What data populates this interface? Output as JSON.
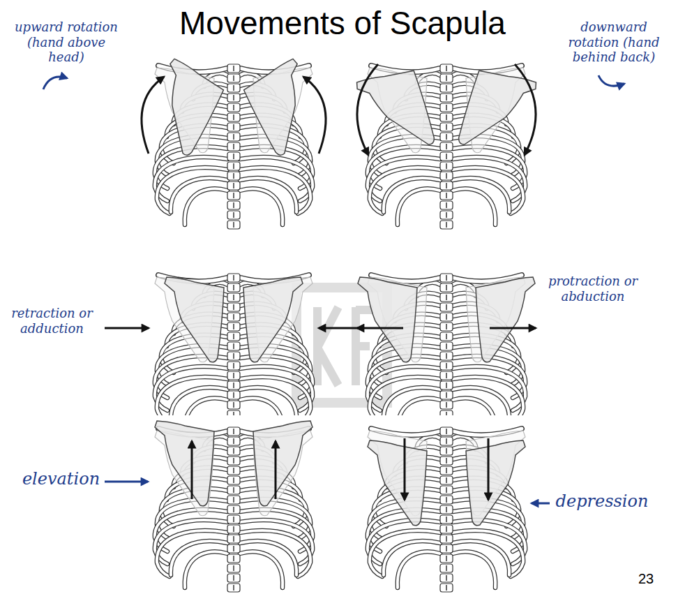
{
  "diagram": {
    "title": "Movements of Scapula",
    "labels": [
      "upward rotation (hand above head)",
      "downward rotation (hand behind back)",
      "retraction or adduction",
      "protraction or abduction",
      "elevation",
      "depression",
      "23"
    ]
  }
}
